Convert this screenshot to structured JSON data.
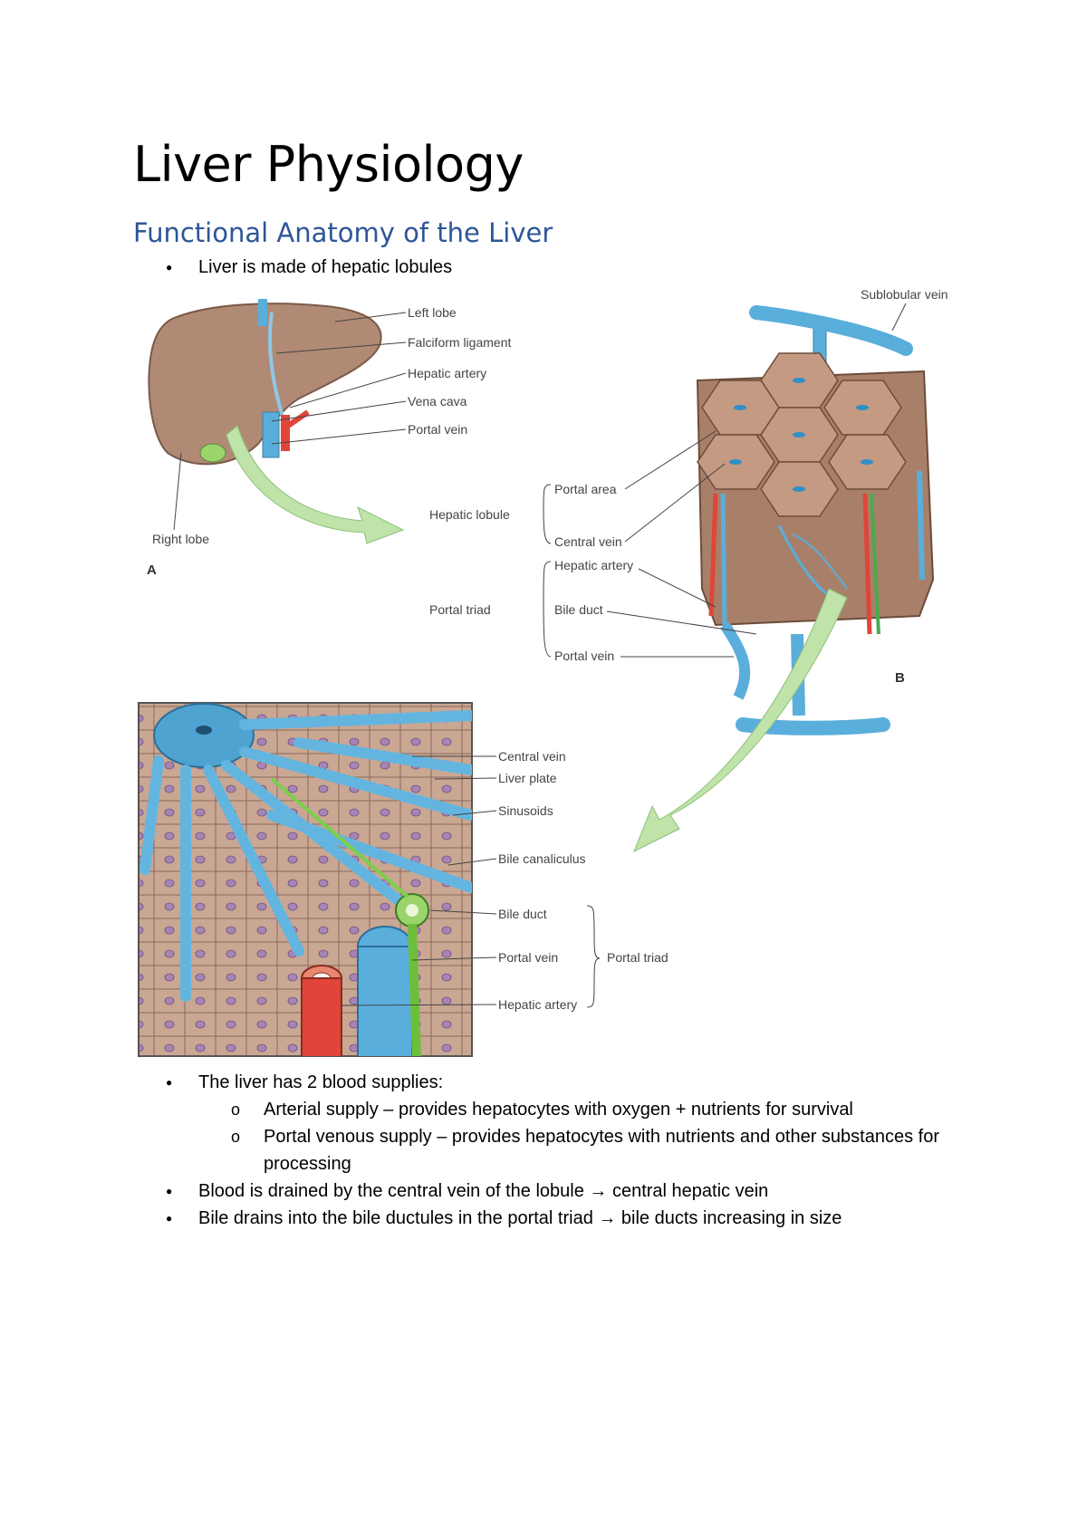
{
  "title": "Liver Physiology",
  "subtitle": "Functional Anatomy of the Liver",
  "bullets_top": [
    {
      "text": "Liver is made of hepatic lobules"
    }
  ],
  "figure_a": {
    "panel_label": "A",
    "labels": {
      "left_lobe": "Left lobe",
      "falciform": "Falciform ligament",
      "hepatic_artery": "Hepatic artery",
      "vena_cava": "Vena cava",
      "portal_vein": "Portal vein",
      "right_lobe": "Right lobe"
    }
  },
  "figure_b": {
    "panel_label": "B",
    "labels": {
      "sublobular_vein": "Sublobular vein",
      "hepatic_lobule": "Hepatic lobule",
      "portal_area": "Portal area",
      "central_vein": "Central vein",
      "portal_triad": "Portal triad",
      "hepatic_artery": "Hepatic artery",
      "bile_duct": "Bile duct",
      "portal_vein": "Portal vein"
    }
  },
  "figure_c": {
    "labels": {
      "central_vein": "Central vein",
      "liver_plate": "Liver plate",
      "sinusoids": "Sinusoids",
      "bile_canaliculus": "Bile canaliculus",
      "bile_duct": "Bile duct",
      "portal_vein": "Portal vein",
      "hepatic_artery": "Hepatic artery",
      "portal_triad": "Portal triad"
    }
  },
  "bullets_bottom": [
    {
      "text": "The liver has 2 blood supplies:",
      "sub": [
        {
          "text": "Arterial supply – provides hepatocytes with oxygen + nutrients for survival"
        },
        {
          "text": "Portal venous supply – provides hepatocytes with nutrients and other substances for processing"
        }
      ]
    },
    {
      "text": "Blood is drained by the central vein of the lobule → central hepatic vein"
    },
    {
      "text": "Bile drains into the bile ductules in the portal triad → bile ducts increasing in size"
    }
  ],
  "colors": {
    "heading_blue": "#2e5597",
    "liver_brown": "#b08a74",
    "vein_blue": "#5aaedb",
    "artery_red": "#e0453a",
    "arrow_green": "#bfe3a8"
  }
}
